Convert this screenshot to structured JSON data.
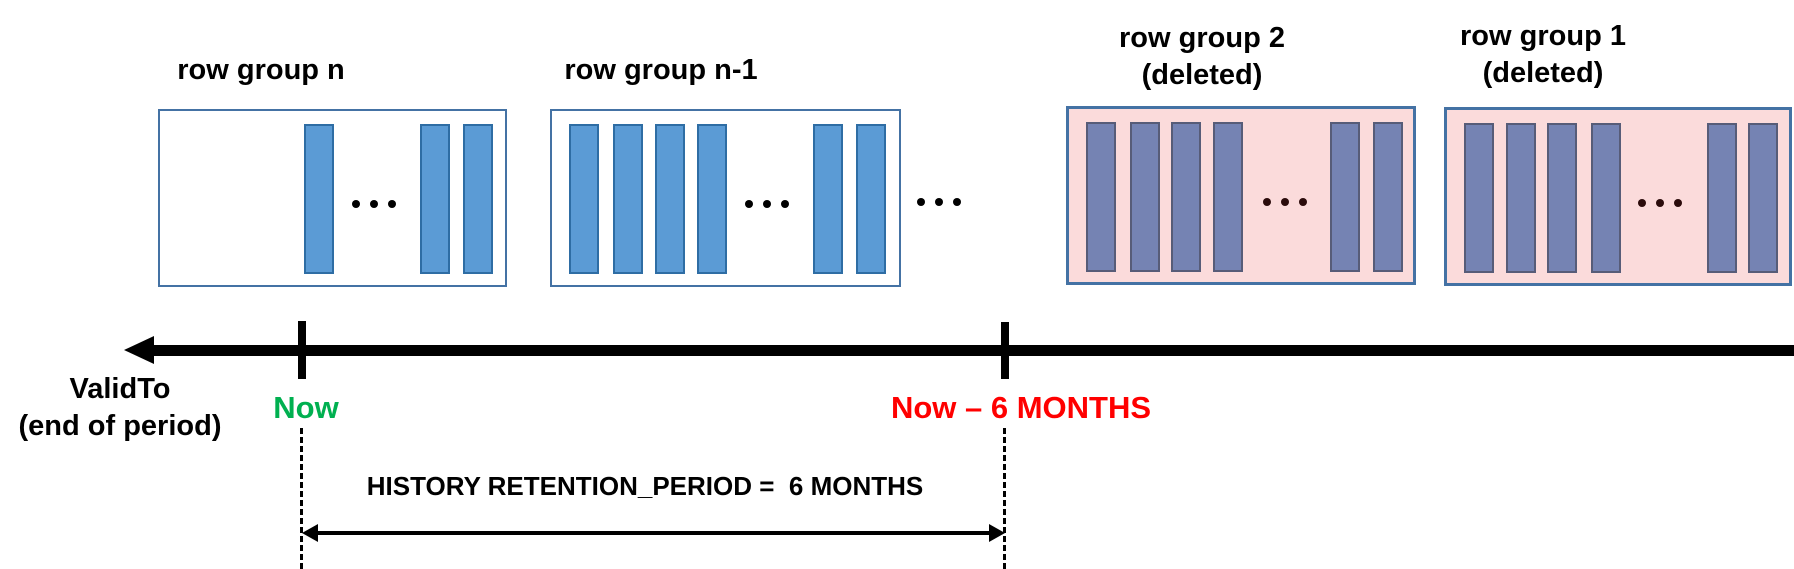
{
  "groups": [
    {
      "label": "row group n",
      "sublabel": "",
      "deleted": false
    },
    {
      "label": "row group n-1",
      "sublabel": "",
      "deleted": false
    },
    {
      "label": "row group 2",
      "sublabel": "(deleted)",
      "deleted": true
    },
    {
      "label": "row group 1",
      "sublabel": "(deleted)",
      "deleted": true
    }
  ],
  "ellipsis": "...",
  "timeline": {
    "axis_label_line1": "ValidTo",
    "axis_label_line2": "(end of period)",
    "now_label": "Now",
    "cutoff_label": "Now – 6 MONTHS",
    "retention_label": "HISTORY RETENTION_PERIOD =  6 MONTHS"
  },
  "colors": {
    "bar_fill": "#5B9BD5",
    "bar_border": "#2E6DA4",
    "deleted_bar_fill": "#7583B3",
    "deleted_bar_border": "#575C78",
    "box_border": "#4472A4",
    "deleted_box_fill": "#FBDBDB",
    "timeline": "#000000",
    "now_color": "#00B050",
    "cutoff_color": "#FF0000"
  }
}
